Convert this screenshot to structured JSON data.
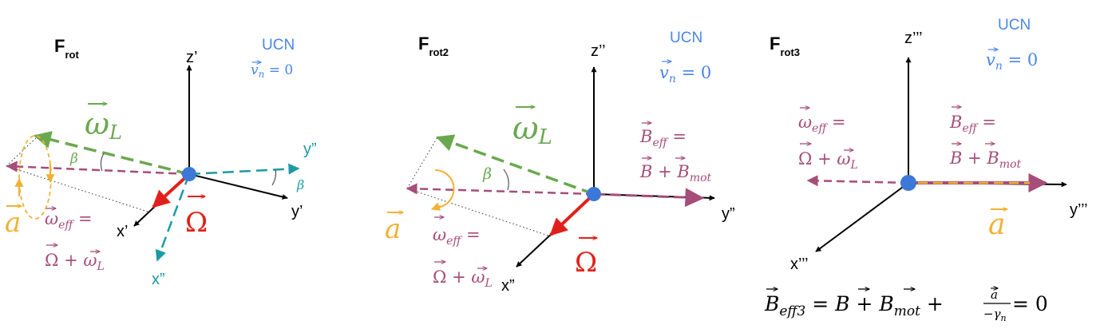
{
  "colors": {
    "black": "#000000",
    "green": "#6aa84f",
    "teal": "#1c9aa6",
    "magenta": "#a64d79",
    "orange": "#f2b134",
    "red": "#e0211b",
    "blue": "#4a86e8",
    "dot": "#3c78d8"
  },
  "panel1": {
    "frame_main": "F",
    "frame_sub": "rot",
    "ucn": "UCN",
    "vn": "v",
    "vn_sub": "n",
    "vn_eq": " = 0",
    "z": "z’",
    "y1": "y’",
    "y2": "y”",
    "x1": "x’",
    "x2": "x”",
    "omegaL": "ω",
    "omegaL_sub": "L",
    "beta": "β",
    "Omega": "Ω",
    "a": "a",
    "weff": "ω",
    "weff_sub": "eff",
    "weff_eq": " =",
    "weff_rhs_1": "Ω + ",
    "weff_rhs_2": "ω",
    "weff_rhs_sub": "L"
  },
  "panel2": {
    "frame_main": "F",
    "frame_sub": "rot2",
    "ucn": "UCN",
    "vn": "v",
    "vn_sub": "n",
    "vn_eq": " = 0",
    "z": "z’’",
    "y": "y”",
    "x": "x”",
    "omegaL": "ω",
    "omegaL_sub": "L",
    "beta": "β",
    "Omega": "Ω",
    "a": "a",
    "weff": "ω",
    "weff_sub": "eff",
    "weff_eq": " =",
    "weff_rhs_1": "Ω + ",
    "weff_rhs_2": "ω",
    "weff_rhs_sub": "L",
    "beff": "B",
    "beff_sub": "eff",
    "beff_eq": " =",
    "beff_rhs_1": "B + ",
    "beff_rhs_2": "B",
    "beff_rhs_sub": "mot"
  },
  "panel3": {
    "frame_main": "F",
    "frame_sub": "rot3",
    "ucn": "UCN",
    "vn": "v",
    "vn_sub": "n",
    "vn_eq": " = 0",
    "z": "z’’’",
    "y": "y’’’",
    "x": "x’’’",
    "a": "a",
    "weff": "ω",
    "weff_sub": "eff",
    "weff_eq": " =",
    "weff_rhs_1": "Ω + ",
    "weff_rhs_2": "ω",
    "weff_rhs_sub": "L",
    "beff": "B",
    "beff_sub": "eff",
    "beff_eq": " =",
    "beff_rhs_1": "B + ",
    "beff_rhs_2": "B",
    "beff_rhs_sub": "mot",
    "eq_B": "B",
    "eq_B_sub": "eff3",
    "eq_mid": " = ",
    "eq_B2": "B",
    "eq_plus1": " + ",
    "eq_B3": "B",
    "eq_B3_sub": "mot",
    "eq_plus2": " + ",
    "eq_num": "a",
    "eq_den": "−γ",
    "eq_den_sub": "n",
    "eq_end": " = 0"
  }
}
